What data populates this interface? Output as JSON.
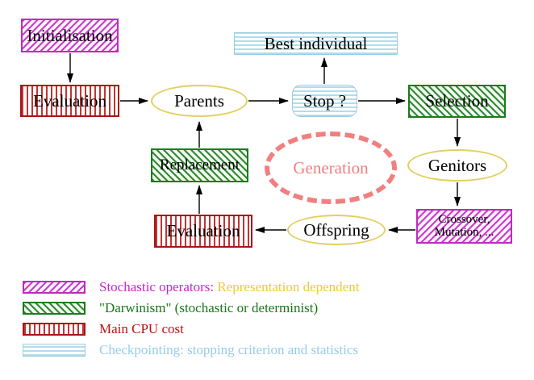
{
  "nodes": {
    "initialisation": {
      "label": "Initialisation"
    },
    "evaluation_top": {
      "label": "Evaluation"
    },
    "parents": {
      "label": "Parents"
    },
    "best_individual": {
      "label": "Best individual"
    },
    "stop": {
      "label": "Stop ?"
    },
    "selection": {
      "label": "Selection"
    },
    "genitors": {
      "label": "Genitors"
    },
    "crossover_mutation": {
      "line1": "Crossover,",
      "line2": "Mutation, ..."
    },
    "offspring": {
      "label": "Offspring"
    },
    "evaluation_bottom": {
      "label": "Evaluation"
    },
    "replacement": {
      "label": "Replacement"
    },
    "generation": {
      "label": "Generation"
    }
  },
  "legend": [
    {
      "swatch": "magenta-diagonal-hatch",
      "segments": [
        {
          "text": "Stochastic operators:",
          "color": "#cc22cc"
        },
        {
          "text": "Representation dependent",
          "color": "#eccb2d"
        }
      ]
    },
    {
      "swatch": "green-diagonal-hatch",
      "segments": [
        {
          "text": "\"Darwinism\" (stochastic or determinist)",
          "color": "#157815"
        }
      ]
    },
    {
      "swatch": "red-vertical-stripes",
      "segments": [
        {
          "text": "Main CPU cost",
          "color": "#bb1111"
        }
      ]
    },
    {
      "swatch": "cyan-horizontal-stripes",
      "segments": [
        {
          "text": "Checkpointing: stopping criterion and statistics",
          "color": "#97cbe6"
        }
      ]
    }
  ],
  "colors": {
    "stochastic_magenta": "#cc3ccc",
    "darwinism_green": "#2e8b2e",
    "cpu_red": "#c23434",
    "checkpoint_cyan": "#b4dcea",
    "operator_yellow_fill": "#f8f2c8",
    "operator_yellow_border": "#e2cf62",
    "generation_salmon": "#f08080",
    "arrow_black": "#000000"
  }
}
